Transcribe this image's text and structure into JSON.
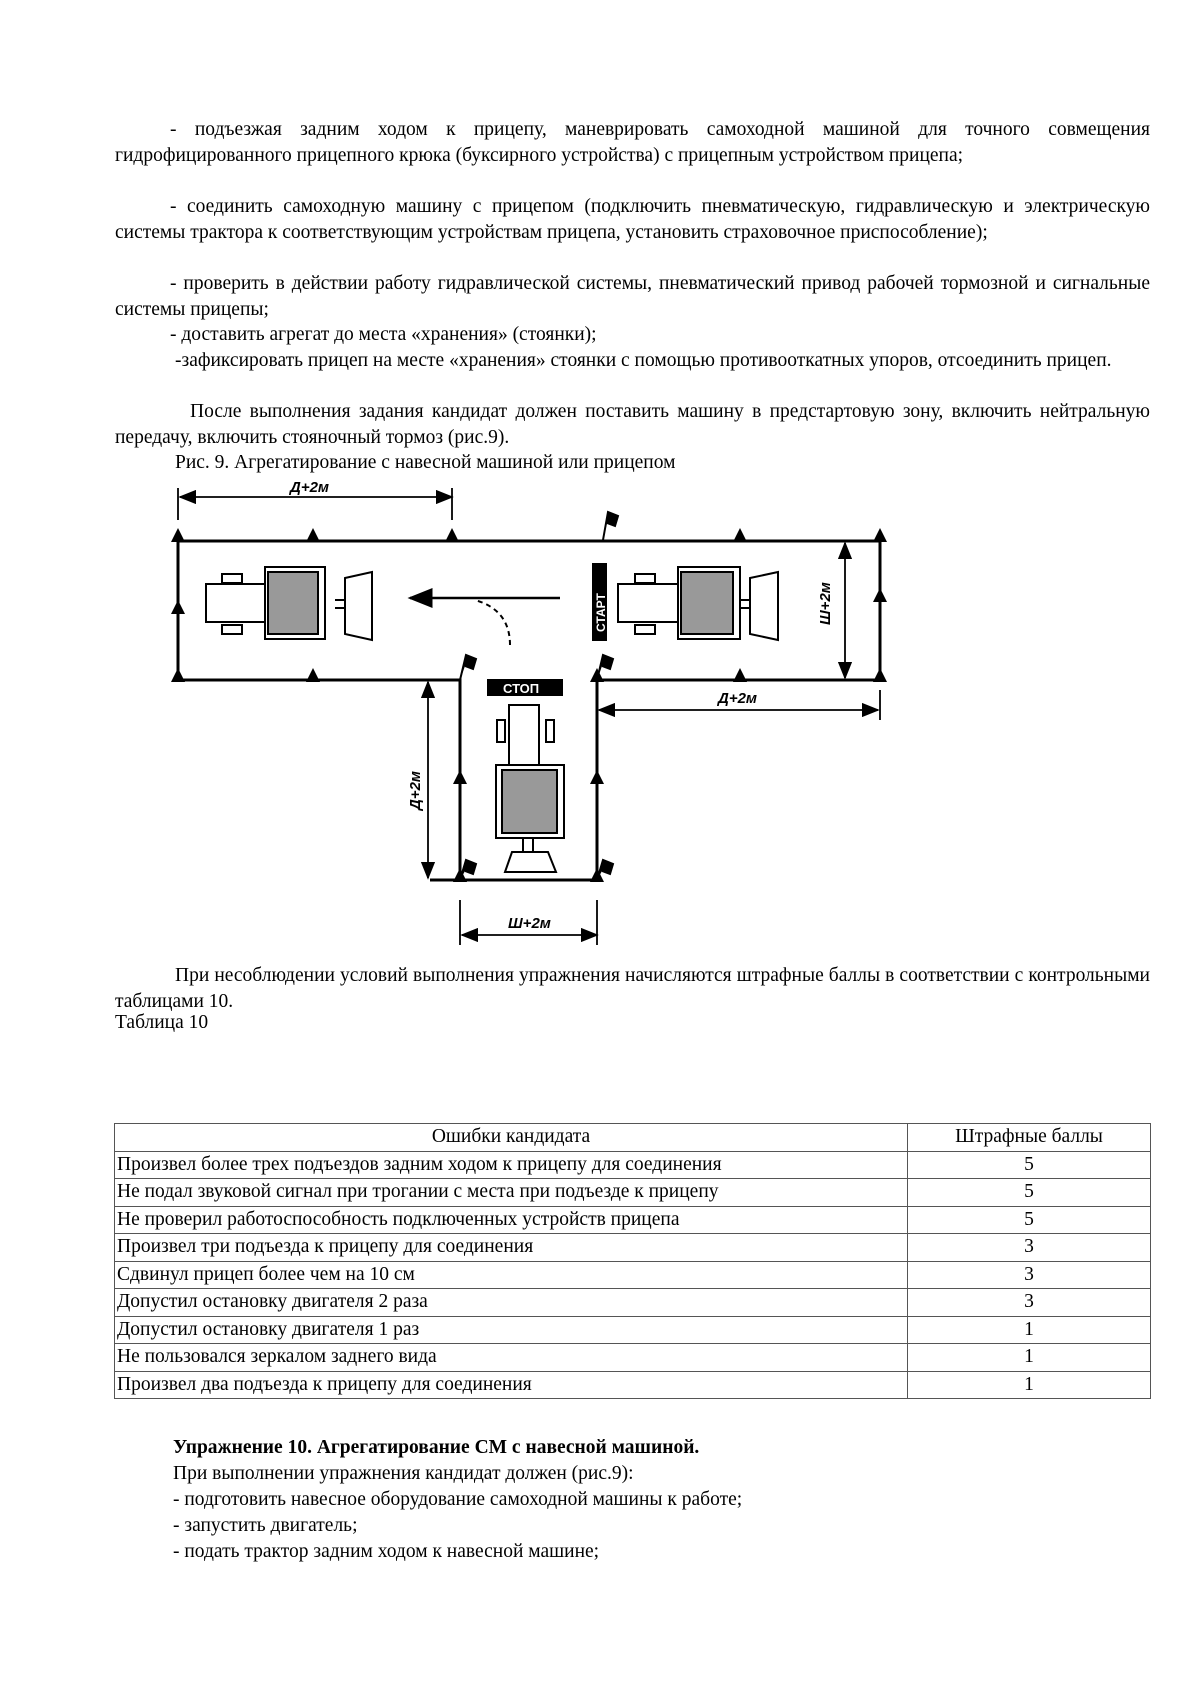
{
  "paragraphs_top": [
    "- подъезжая задним ходом к прицепу, маневрировать самоходной машиной для точного совмещения гидрофицированного прицепного крюка (буксирного устройства) с прицепным устройством прицепа;",
    "- соединить самоходную машину с прицепом (подключить пневматическую, гидравлическую и электрическую системы трактора к соответствующим устройствам прицепа, установить страховочное приспособление);",
    "- проверить в действии работу гидравлической системы, пневматический привод рабочей тормозной и сигнальные системы прицепы;",
    "- доставить агрегат до места «хранения» (стоянки);",
    "-зафиксировать прицеп на месте «хранения» стоянки с помощью противооткатных упоров, отсоединить прицеп.",
    "После выполнения задания кандидат должен поставить машину в предстартовую зону, включить нейтральную передачу, включить стояночный тормоз (рис.9)."
  ],
  "figure": {
    "caption": "Рис. 9. Агрегатирование с навесной машиной или прицепом",
    "labels": {
      "top_length": "Д+2м",
      "right_width": "Ш+2м",
      "right_length": "Д+2м",
      "left_length": "Д+2м",
      "bottom_width": "Ш+2м",
      "start": "СТАРТ",
      "stop": "СТОП"
    }
  },
  "penalty_intro": "При несоблюдении условий выполнения упражнения начисляются штрафные баллы в соответствии с контрольными таблицами 10.",
  "table": {
    "title": "Таблица 10",
    "headers": [
      "Ошибки кандидата",
      "Штрафные баллы"
    ],
    "rows": [
      [
        "Произвел более трех подъездов задним ходом к прицепу для соединения",
        "5"
      ],
      [
        "Не подал звуковой сигнал при трогании с места при подъезде к прицепу",
        "5"
      ],
      [
        "Не проверил работоспособность подключенных устройств прицепа",
        "5"
      ],
      [
        "Произвел три подъезда к прицепу для соединения",
        "3"
      ],
      [
        "Сдвинул прицеп более чем на 10 см",
        "3"
      ],
      [
        "Допустил остановку двигателя 2 раза",
        "3"
      ],
      [
        "Допустил остановку двигателя 1 раз",
        "1"
      ],
      [
        "Не пользовался зеркалом заднего вида",
        "1"
      ],
      [
        "Произвел два подъезда к прицепу для соединения",
        "1"
      ]
    ]
  },
  "exercise": {
    "heading": "Упражнение 10. Агрегатирование СМ с навесной машиной.",
    "lines": [
      "При выполнении упражнения кандидат должен (рис.9):",
      "- подготовить навесное оборудование самоходной машины к работе;",
      "- запустить двигатель;",
      "- подать трактор задним ходом к навесной машине;"
    ]
  }
}
